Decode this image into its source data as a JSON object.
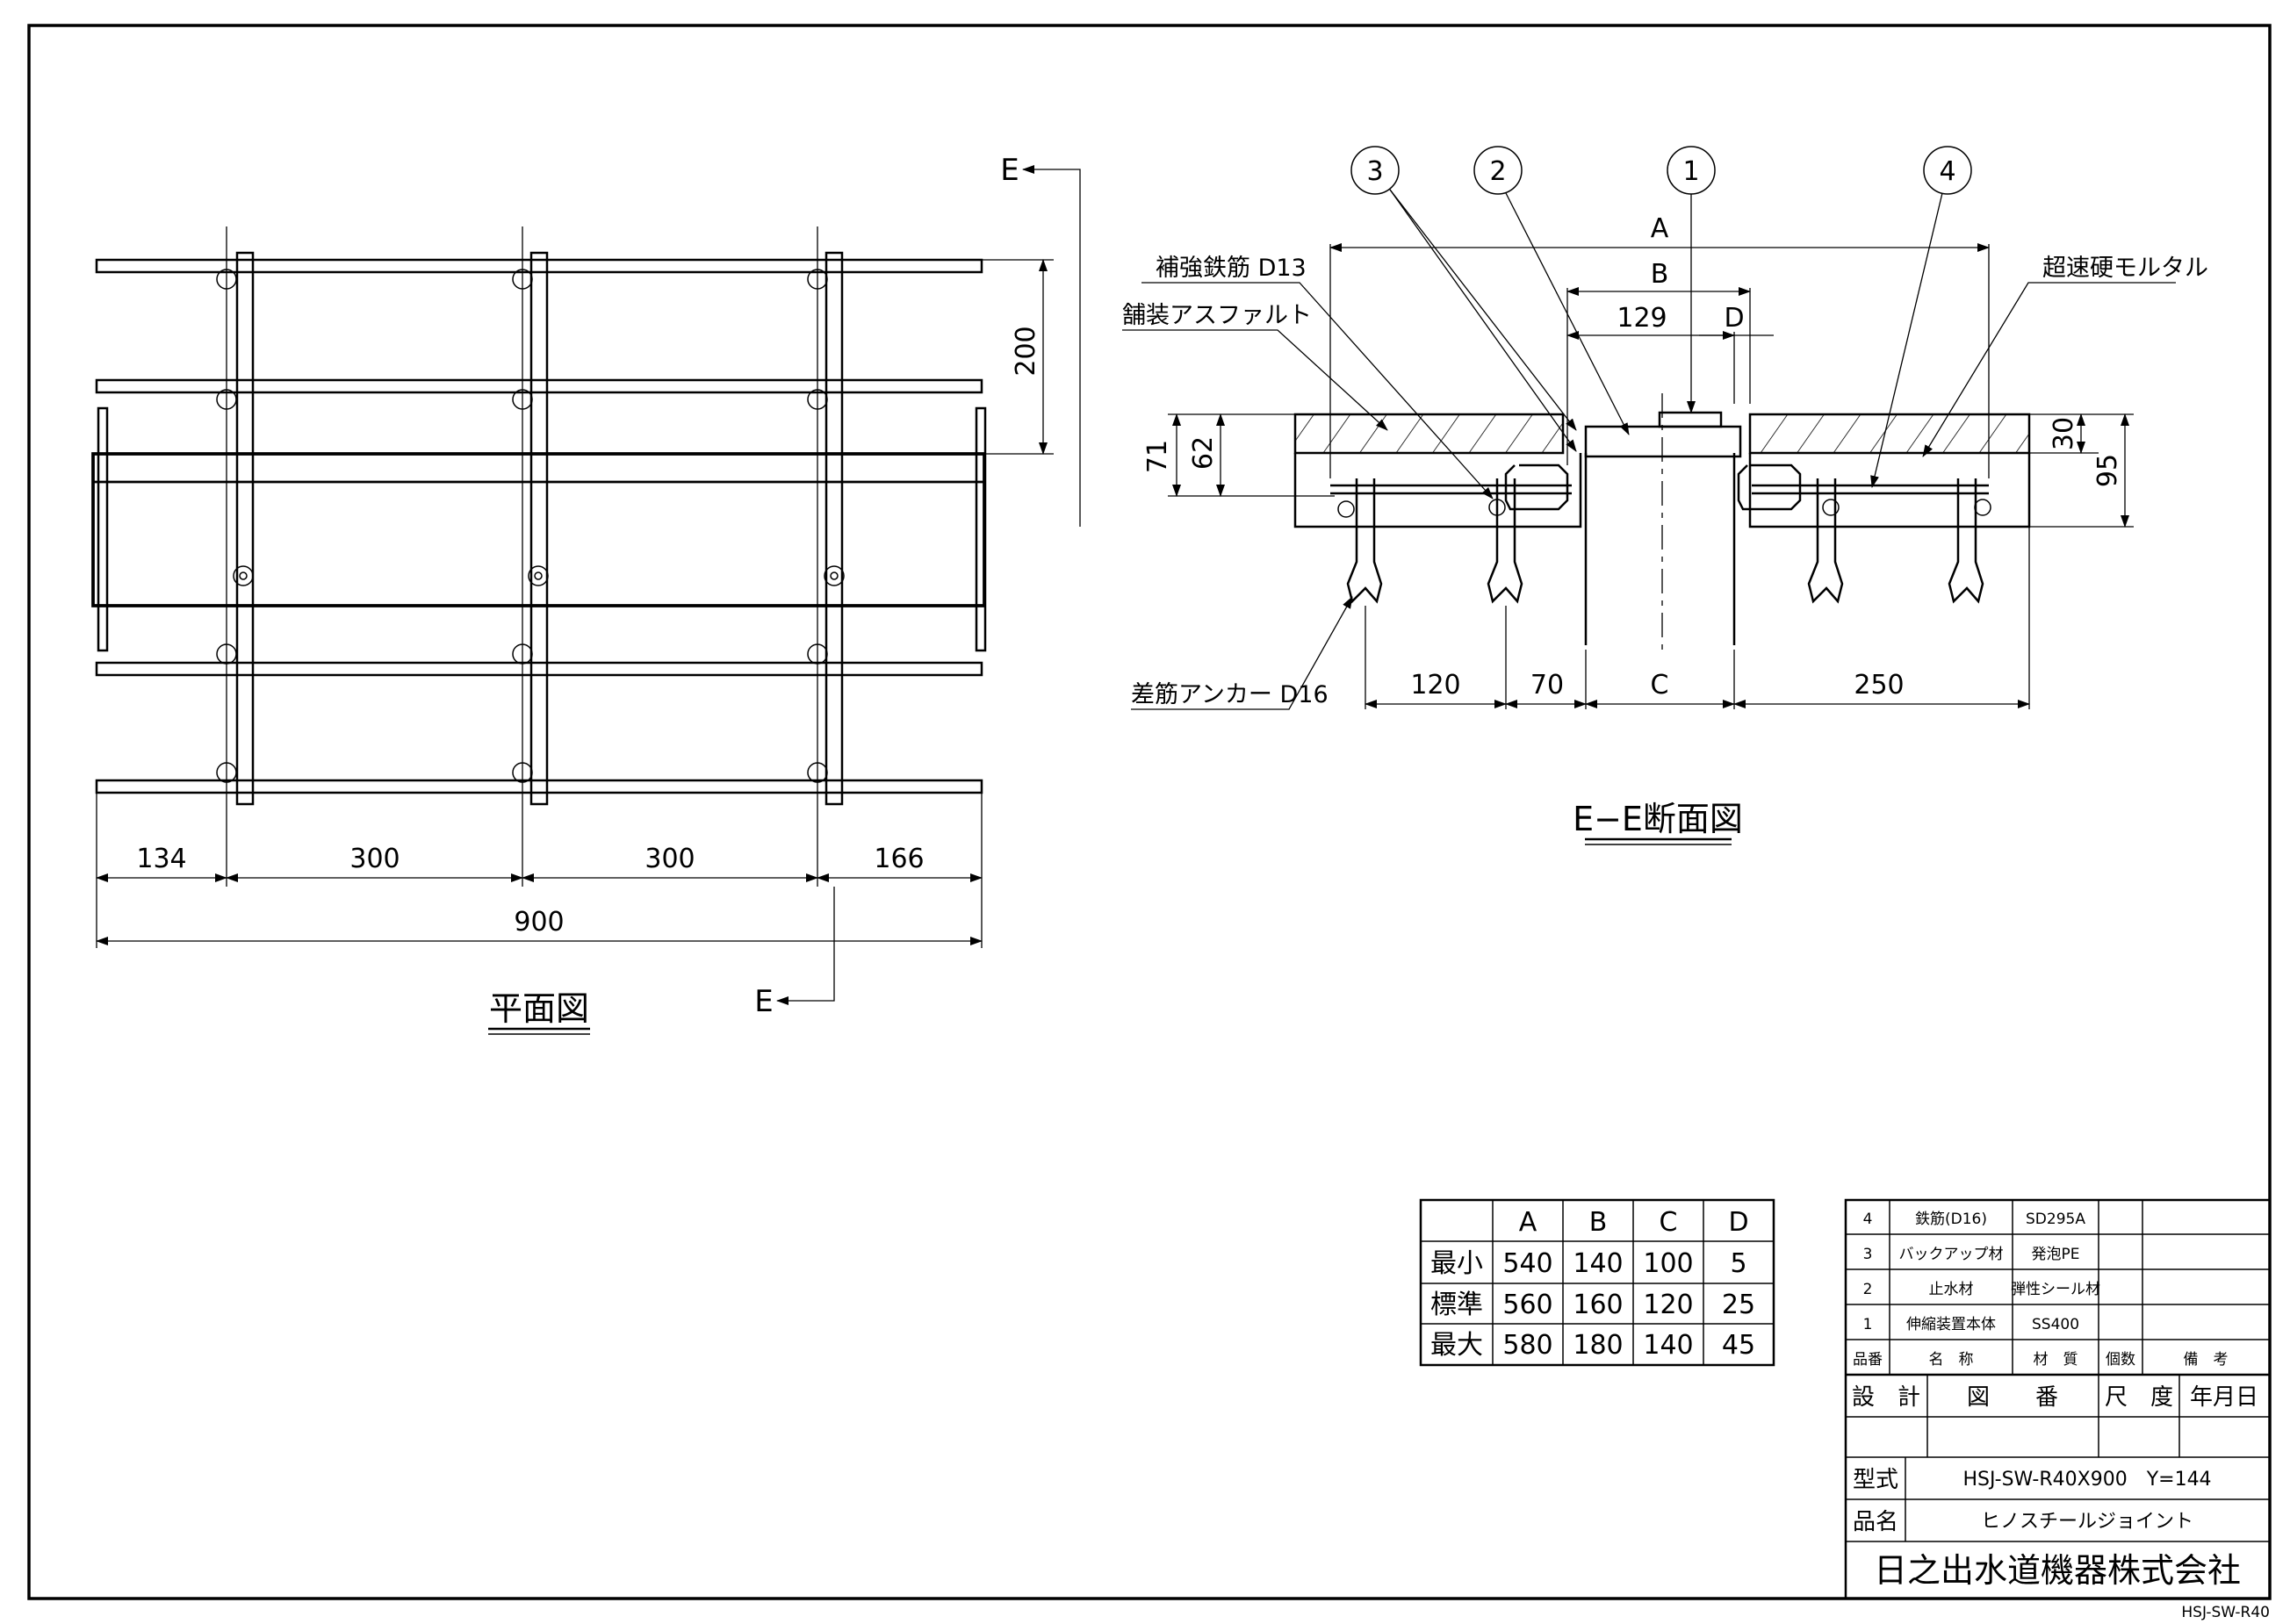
{
  "section_marks": {
    "cut": "E"
  },
  "plan_view": {
    "title": "平面図",
    "dims": {
      "height": "200",
      "seg1": "134",
      "seg2": "300",
      "seg3": "300",
      "seg4": "166",
      "total": "900"
    }
  },
  "section_view": {
    "title": "E−E断面図",
    "callouts": [
      "1",
      "2",
      "3",
      "4"
    ],
    "dims": {
      "A": "A",
      "B": "B",
      "v129": "129",
      "D": "D",
      "h71": "71",
      "h62": "62",
      "h30": "30",
      "h95": "95",
      "b120": "120",
      "b70": "70",
      "C": "C",
      "b250": "250"
    },
    "labels": {
      "rebar": "補強鉄筋  D13",
      "asphalt": "舗装アスファルト",
      "mortar": "超速硬モルタル",
      "anchor": "差筋アンカー  D16"
    }
  },
  "dimension_table": {
    "headers": [
      "",
      "A",
      "B",
      "C",
      "D"
    ],
    "rows": [
      [
        "最小",
        "540",
        "140",
        "100",
        "5"
      ],
      [
        "標準",
        "560",
        "160",
        "120",
        "25"
      ],
      [
        "最大",
        "580",
        "180",
        "140",
        "45"
      ]
    ]
  },
  "parts_list": {
    "rows": [
      [
        "4",
        "鉄筋(D16)",
        "SD295A",
        "",
        ""
      ],
      [
        "3",
        "バックアップ材",
        "発泡PE",
        "",
        ""
      ],
      [
        "2",
        "止水材",
        "弾性シール材",
        "",
        ""
      ],
      [
        "1",
        "伸縮装置本体",
        "SS400",
        "",
        ""
      ]
    ],
    "headers": [
      "品番",
      "名　称",
      "材　質",
      "個数",
      "備　考"
    ]
  },
  "title_block": {
    "design": "設　計",
    "drawing_no": "図　　番",
    "scale": "尺　度",
    "date": "年月日",
    "model_label": "型式",
    "model_value": "HSJ-SW-R40X900　Y=144",
    "product_label": "品名",
    "product_value": "ヒノスチールジョイント",
    "company": "日之出水道機器株式会社",
    "sheet_code": "HSJ-SW-R40"
  }
}
